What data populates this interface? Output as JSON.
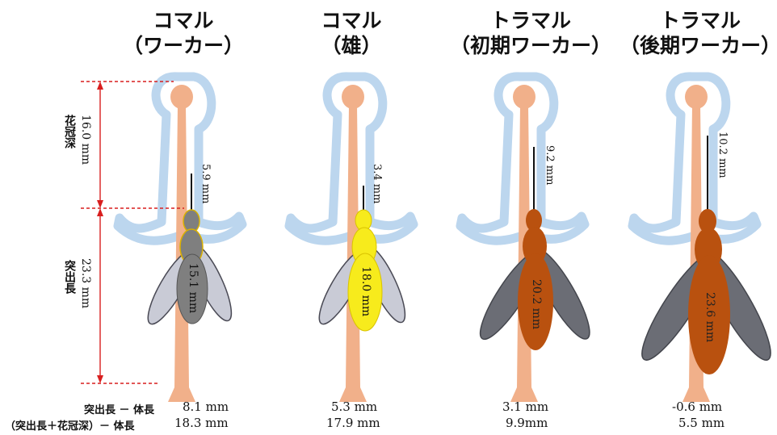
{
  "columns": [
    {
      "name": "コマル",
      "caste": "（ワーカー）",
      "tongue": "5.9 mm",
      "body": "15.1 mm",
      "stat1": "8.1 mm",
      "stat2": "18.3 mm"
    },
    {
      "name": "コマル",
      "caste": "（雄）",
      "tongue": "3.4 mm",
      "body": "18.0 mm",
      "stat1": "5.3 mm",
      "stat2": "17.9 mm"
    },
    {
      "name": "トラマル",
      "caste": "（初期ワーカー）",
      "tongue": "9.2 mm",
      "body": "20.2 mm",
      "stat1": "3.1 mm",
      "stat2": "9.9mm"
    },
    {
      "name": "トラマル",
      "caste": "（後期ワーカー）",
      "tongue": "10.2 mm",
      "body": "23.6 mm",
      "stat1": "-0.6 mm",
      "stat2": "5.5 mm"
    }
  ],
  "dimensions": {
    "corolla_label": "花冠深",
    "corolla_value": "16.0 mm",
    "protrusion_label": "突出長",
    "protrusion_value": "23.3 mm"
  },
  "rows": {
    "row1": "突出長 － 体長",
    "row2": "（突出長＋花冠深）－ 体長"
  },
  "colors": {
    "petal": "#bcd6ee",
    "stalk": "#f1b08a",
    "bee_worker_komaru": "#7f7f7f",
    "bee_male_komaru": "#f7eb1c",
    "bee_toramaru": "#b9510f",
    "wing_light": "#c9cbd6",
    "wing_dark": "#6b6d75",
    "dim_line": "#d81f1f"
  }
}
